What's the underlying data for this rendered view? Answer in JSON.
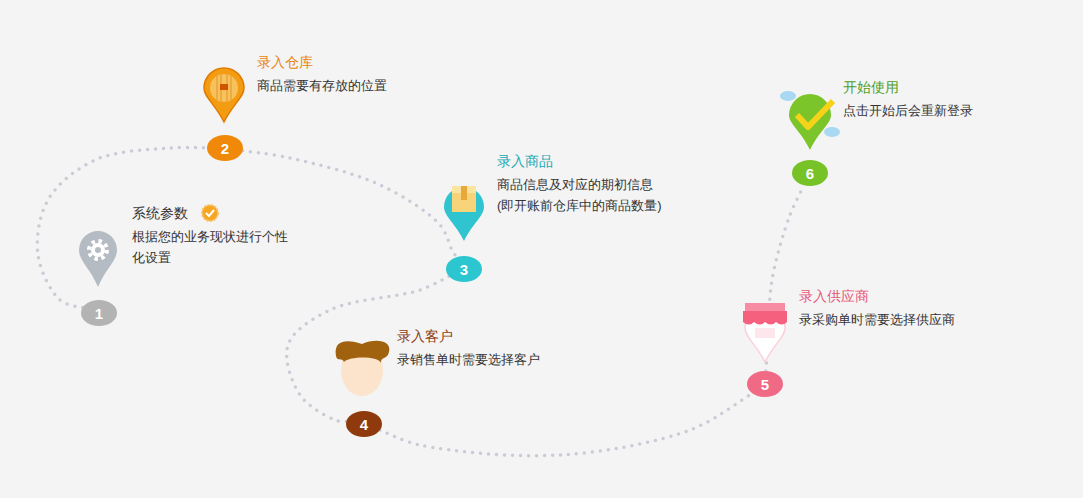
{
  "diagram": {
    "nodes": [
      {
        "text": [
          "1",
          "系统参数",
          "根据您的业务现状进行个性化设置"
        ]
      },
      {
        "text": [
          "2",
          "录入仓库",
          "商品需要有存放的位置"
        ]
      },
      {
        "text": [
          "3",
          "录入商品",
          "商品信息及对应的期初信息(即开账前仓库中的商品数量)"
        ]
      },
      {
        "text": [
          "4",
          "录入客户",
          "录销售单时需要选择客户"
        ]
      },
      {
        "text": [
          "5",
          "录入供应商",
          "录采购单时需要选择供应商"
        ]
      },
      {
        "text": [
          "6",
          "开始使用",
          "点击开始后会重新登录"
        ]
      }
    ],
    "edges": [
      {
        "from": 0,
        "to": 1,
        "arrow": "none"
      },
      {
        "from": 1,
        "to": 2,
        "arrow": "none"
      },
      {
        "from": 2,
        "to": 3,
        "arrow": "none"
      },
      {
        "from": 3,
        "to": 4,
        "arrow": "none"
      },
      {
        "from": 4,
        "to": 5,
        "arrow": "none"
      }
    ]
  }
}
